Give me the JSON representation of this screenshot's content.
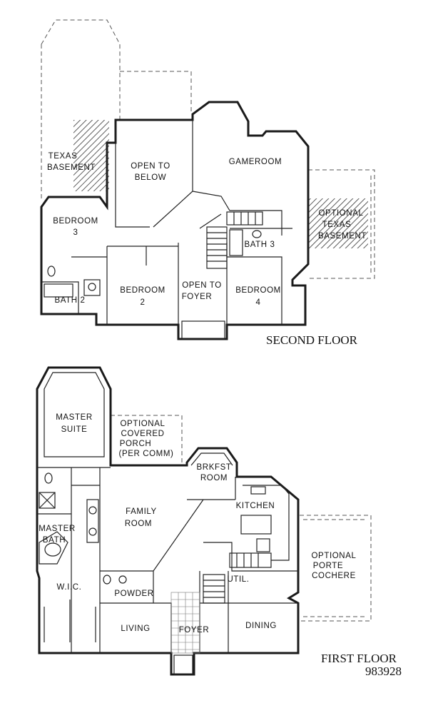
{
  "second_floor": {
    "title": "SECOND FLOOR",
    "rooms": {
      "texas_basement_left": [
        "TEXAS",
        "BASEMENT"
      ],
      "open_to_below": [
        "OPEN TO",
        "BELOW"
      ],
      "gameroom": [
        "GAMEROOM"
      ],
      "optional_texas_basement": [
        "OPTIONAL",
        "TEXAS",
        "BASEMENT"
      ],
      "bedroom_3": [
        "BEDROOM",
        "3"
      ],
      "bath_3": [
        "BATH 3"
      ],
      "bedroom_2": [
        "BEDROOM",
        "2"
      ],
      "open_to_foyer": [
        "OPEN TO",
        "FOYER"
      ],
      "bedroom_4": [
        "BEDROOM",
        "4"
      ],
      "bath_2": [
        "BATH 2"
      ]
    }
  },
  "first_floor": {
    "title": "FIRST FLOOR",
    "plan_number": "983928",
    "rooms": {
      "master_suite": [
        "MASTER",
        "SUITE"
      ],
      "optional_covered_porch": [
        "OPTIONAL",
        "COVERED",
        "PORCH",
        "(PER COMM)"
      ],
      "brkfst_room": [
        "BRKFST",
        "ROOM"
      ],
      "kitchen": [
        "KITCHEN"
      ],
      "family_room": [
        "FAMILY",
        "ROOM"
      ],
      "master_bath": [
        "MASTER",
        "BATH"
      ],
      "optional_porte_cochere": [
        "OPTIONAL",
        "PORTE",
        "COCHERE"
      ],
      "util": [
        "UTIL."
      ],
      "wic": [
        "W.I.C."
      ],
      "powder": [
        "POWDER"
      ],
      "living": [
        "LIVING"
      ],
      "foyer": [
        "FOYER"
      ],
      "dining": [
        "DINING"
      ]
    }
  }
}
